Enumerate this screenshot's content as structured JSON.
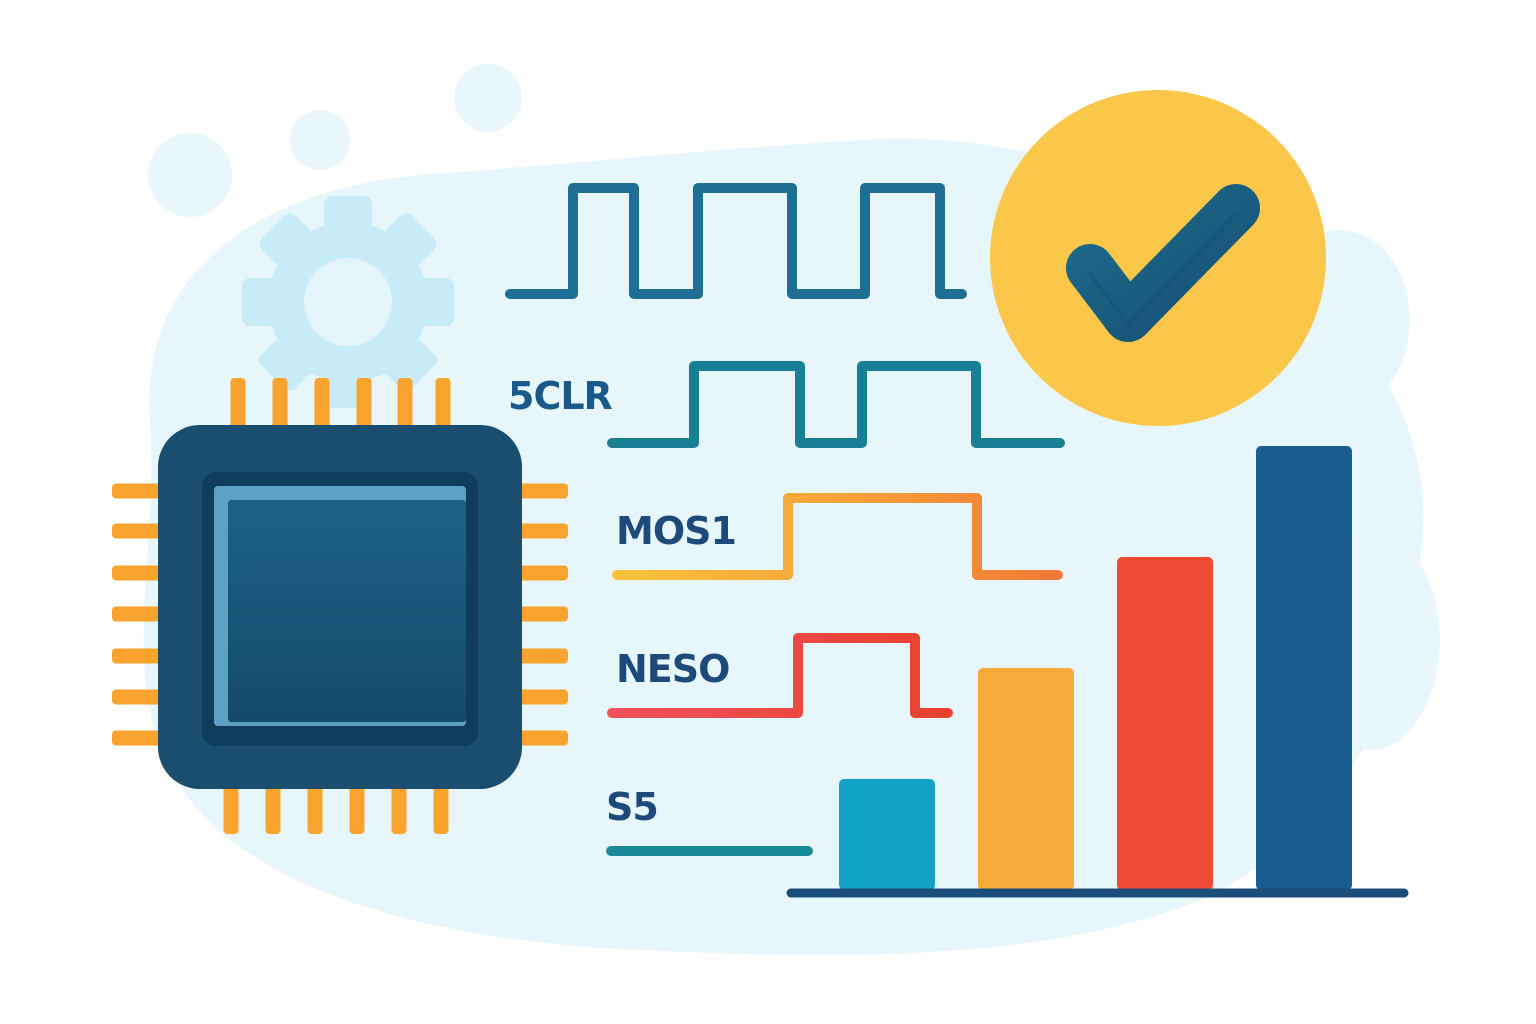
{
  "signals": [
    {
      "id": "clk",
      "label": "",
      "color": "#1f6f94"
    },
    {
      "id": "sclk",
      "label": "5CLR",
      "color": "#1a7f95"
    },
    {
      "id": "mosi",
      "label": "MOS1",
      "color": "#f6b23a"
    },
    {
      "id": "miso",
      "label": "NESO",
      "color": "#ea4a3a"
    },
    {
      "id": "ss",
      "label": "S5",
      "color": "#1a8a9a"
    }
  ],
  "bars": {
    "values": [
      1,
      2,
      3,
      4
    ],
    "colors": [
      "#12a3c6",
      "#f7a93a",
      "#ef4a32",
      "#1b5d8e"
    ]
  },
  "icons": {
    "chip": "microcontroller-chip-icon",
    "gear": "gear-icon",
    "check": "checkmark-badge-icon"
  },
  "colors": {
    "chip_body": "#1a4d6e",
    "chip_die": "#175a7d",
    "chip_pins": "#f7a32e",
    "badge": "#fbc74a",
    "check": "#1a5c7e",
    "baseline": "#1b4d7a",
    "gear": "#c7ecf6",
    "background_blob": "#e7f6fb"
  }
}
